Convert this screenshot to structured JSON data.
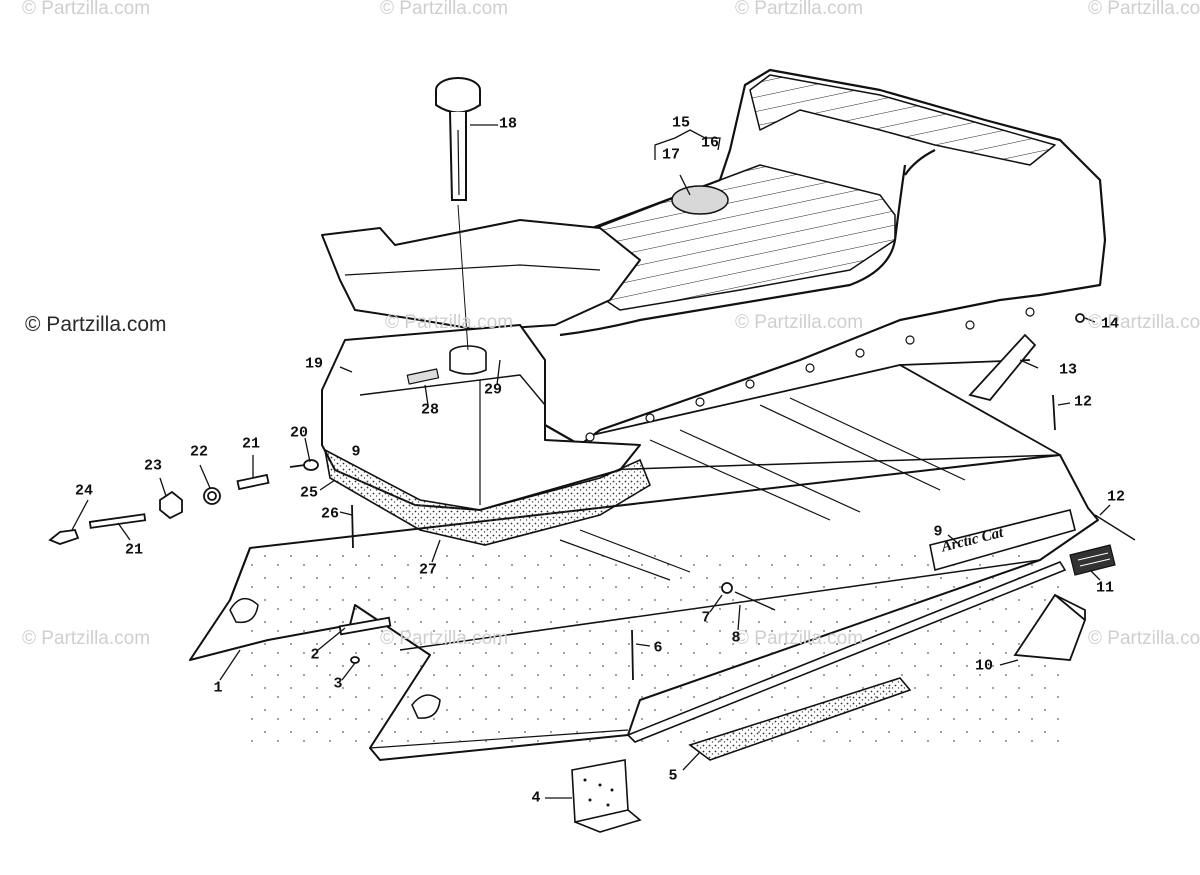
{
  "watermark": {
    "text": "© Partzilla.com"
  },
  "brand_decal": {
    "text": "Arctic Cat"
  },
  "callouts": {
    "c1": "1",
    "c2": "2",
    "c3": "3",
    "c4": "4",
    "c5": "5",
    "c6": "6",
    "c7": "7",
    "c8": "8",
    "c9a": "9",
    "c9b": "9",
    "c10": "10",
    "c11": "11",
    "c12a": "12",
    "c12b": "12",
    "c13": "13",
    "c14": "14",
    "c15": "15",
    "c16": "16",
    "c17": "17",
    "c18": "18",
    "c19": "19",
    "c20": "20",
    "c21a": "21",
    "c21b": "21",
    "c22": "22",
    "c23": "23",
    "c24": "24",
    "c25": "25",
    "c26": "26",
    "c27": "27",
    "c28": "28",
    "c29": "29"
  },
  "colors": {
    "line": "#111111",
    "watermark": "#cfcfcf",
    "background": "#ffffff"
  }
}
